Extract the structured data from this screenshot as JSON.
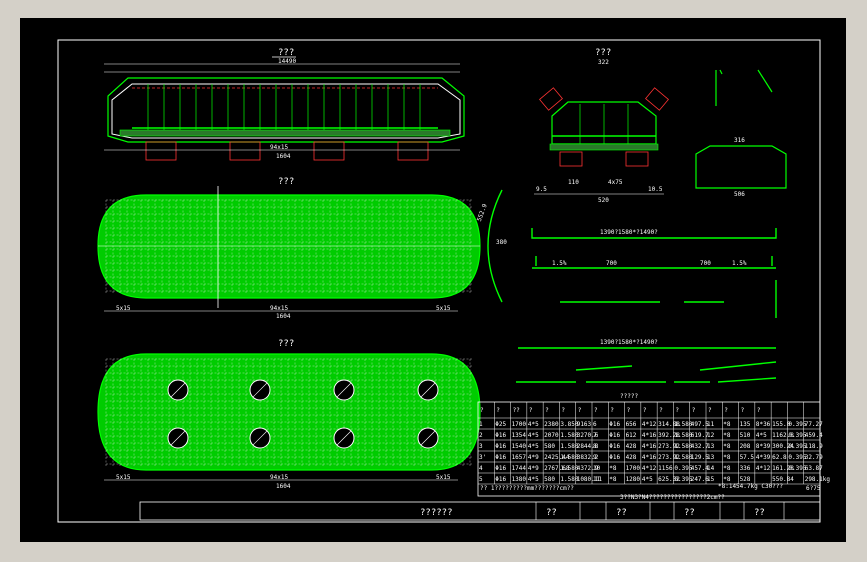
{
  "views": {
    "elevation_title": "???",
    "elevation_total_dim": "14490",
    "elevation_bottom_dim": "94x15",
    "elevation_bottom_total": "1604",
    "section_title": "???",
    "section_sub": "322",
    "section_width": "520",
    "plan_top_title": "???",
    "plan_bottom_title": "???",
    "plan_left_dim": "5x15",
    "plan_mid_dim": "94x15",
    "plan_right_dim": "5x15",
    "plan_total": "1604"
  },
  "details": {
    "bar_long_1": "1390?1580*?1490?",
    "bar_long_2": "1390?1580*?1490?",
    "bar_slope_left": "1.5%",
    "bar_slope_right": "1.5%",
    "bar_700_left": "700",
    "bar_700_right": "700",
    "arc_label": "552.9",
    "arc_380": "380",
    "bent_506": "506",
    "bent_316": "316",
    "dims_9_5": "9.5",
    "dims_110": "110",
    "dims_4x75": "4x75",
    "dims_10_5": "10.5"
  },
  "table": {
    "title": "?????",
    "headers": [
      "?",
      "?",
      "??",
      "?",
      "?",
      "?",
      "?",
      "?",
      "?",
      "?",
      "?",
      "?",
      "?",
      "?",
      "?",
      "?",
      "?",
      "?"
    ],
    "rows": [
      [
        "1",
        "Φ25",
        "1700",
        "4*5",
        "2380",
        "3.850",
        "9163",
        "6",
        "Φ16",
        "656",
        "4*12",
        "314.88",
        "1.580",
        "497.5",
        "11",
        "*8",
        "135",
        "8*36",
        "155.0",
        "0.395",
        "77.27"
      ],
      [
        "2",
        "Φ16",
        "1354",
        "4*5",
        "2070",
        "1.580",
        "3270.6",
        "7",
        "Φ16",
        "612",
        "4*16",
        "392.28",
        "1.580",
        "619.7",
        "12",
        "*8",
        "510",
        "4*5",
        "1162.8",
        "0.395",
        "459.4"
      ],
      [
        "3",
        "Φ16",
        "1540",
        "4*5",
        "580",
        "1.580",
        "2844.8",
        "8",
        "Φ16",
        "428",
        "4*16",
        "273.92",
        "1.580",
        "432.7",
        "13",
        "*8",
        "208",
        "8*39",
        "300.24",
        "0.395",
        "118.9"
      ],
      [
        "3'",
        "Φ16",
        "1657",
        "4*9",
        "2425.44",
        "1.580",
        "3832.2",
        "9",
        "Φ16",
        "428",
        "4*16",
        "273.92",
        "1.580",
        "129.5",
        "13",
        "*8",
        "57.5",
        "4*39",
        "62.8",
        "0.395",
        "32.79"
      ],
      [
        "4",
        "Φ16",
        "1744",
        "4*9",
        "2767.68",
        "1.580",
        "4372.9",
        "10",
        "*8",
        "1700",
        "4*12",
        "1156",
        "0.395",
        "457.4",
        "14",
        "*8",
        "336",
        "4*12",
        "161.28",
        "0.395",
        "63.87"
      ],
      [
        "5",
        "Φ16",
        "1380",
        "4*5",
        "580",
        "1.580",
        "1080.11",
        "11",
        "*8",
        "1280",
        "4*5",
        "625.32",
        "0.395",
        "247.6",
        "15",
        "*8",
        "528",
        "",
        "550.84",
        "",
        "298.1kg"
      ]
    ],
    "note_left": "?? 1?????????mm???????cm??",
    "note_right": "3??N3?N4????????????????2cm??",
    "sum_text": "*8:1454.7kg C30???",
    "page": "6?75"
  },
  "titleblock": {
    "name": "??????",
    "cell_1": "??",
    "cell_2": "??",
    "cell_3": "??",
    "cell_4": "??"
  }
}
